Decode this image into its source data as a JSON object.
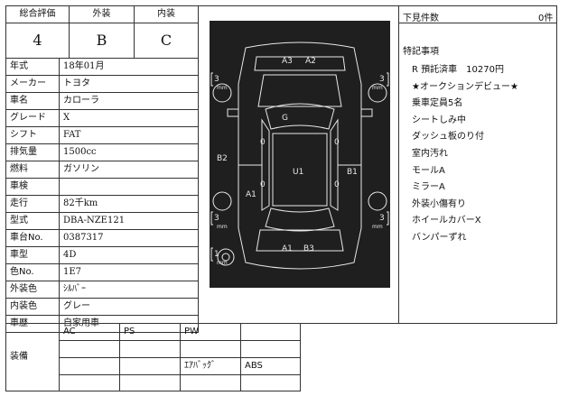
{
  "header": {
    "overall_label": "総合評価",
    "exterior_label": "外装",
    "interior_label": "内装",
    "overall_value": "4",
    "exterior_value": "B",
    "interior_value": "C"
  },
  "specs": [
    {
      "label": "年式",
      "value": "18年01月"
    },
    {
      "label": "メーカー",
      "value": "トヨタ"
    },
    {
      "label": "車名",
      "value": "カローラ"
    },
    {
      "label": "グレード",
      "value": "X"
    },
    {
      "label": "シフト",
      "value": "FAT"
    },
    {
      "label": "排気量",
      "value": "1500cc"
    },
    {
      "label": "燃料",
      "value": "ガソリン"
    },
    {
      "label": "車検",
      "value": ""
    },
    {
      "label": "走行",
      "value": "82千km"
    },
    {
      "label": "型式",
      "value": "DBA-NZE121"
    },
    {
      "label": "車台No.",
      "value": "0387317"
    },
    {
      "label": "車型",
      "value": "4D"
    },
    {
      "label": "色No.",
      "value": "1E7"
    },
    {
      "label": "外装色",
      "value": "ｼﾙﾊﾞｰ"
    },
    {
      "label": "内装色",
      "value": "グレー"
    },
    {
      "label": "車歴",
      "value": "自家用車"
    }
  ],
  "equipment": {
    "label": "装備",
    "items": [
      "AC",
      "PS",
      "PW",
      "ｴｱﾊﾞｯｸﾞ",
      "ABS"
    ]
  },
  "diagram": {
    "marks": [
      "A3",
      "A2",
      "G",
      "U1",
      "B2",
      "B1",
      "A1",
      "A1",
      "B3",
      "0",
      "0",
      "0",
      "0"
    ],
    "side_codes": [
      "3",
      "3",
      "3",
      "3",
      "1"
    ],
    "unit": "mm"
  },
  "unseen": {
    "label": "下見件数",
    "value": "0件"
  },
  "remarks": {
    "title": "特記事項",
    "lines": [
      "R 預託済車　10270円",
      "★オークションデビュー★",
      "乗車定員5名",
      "シートしみ中",
      "ダッシュ板のり付",
      "室内汚れ",
      "モールA",
      "ミラーA",
      "外装小傷有り",
      "ホイールカバーX",
      "バンパーずれ"
    ]
  }
}
